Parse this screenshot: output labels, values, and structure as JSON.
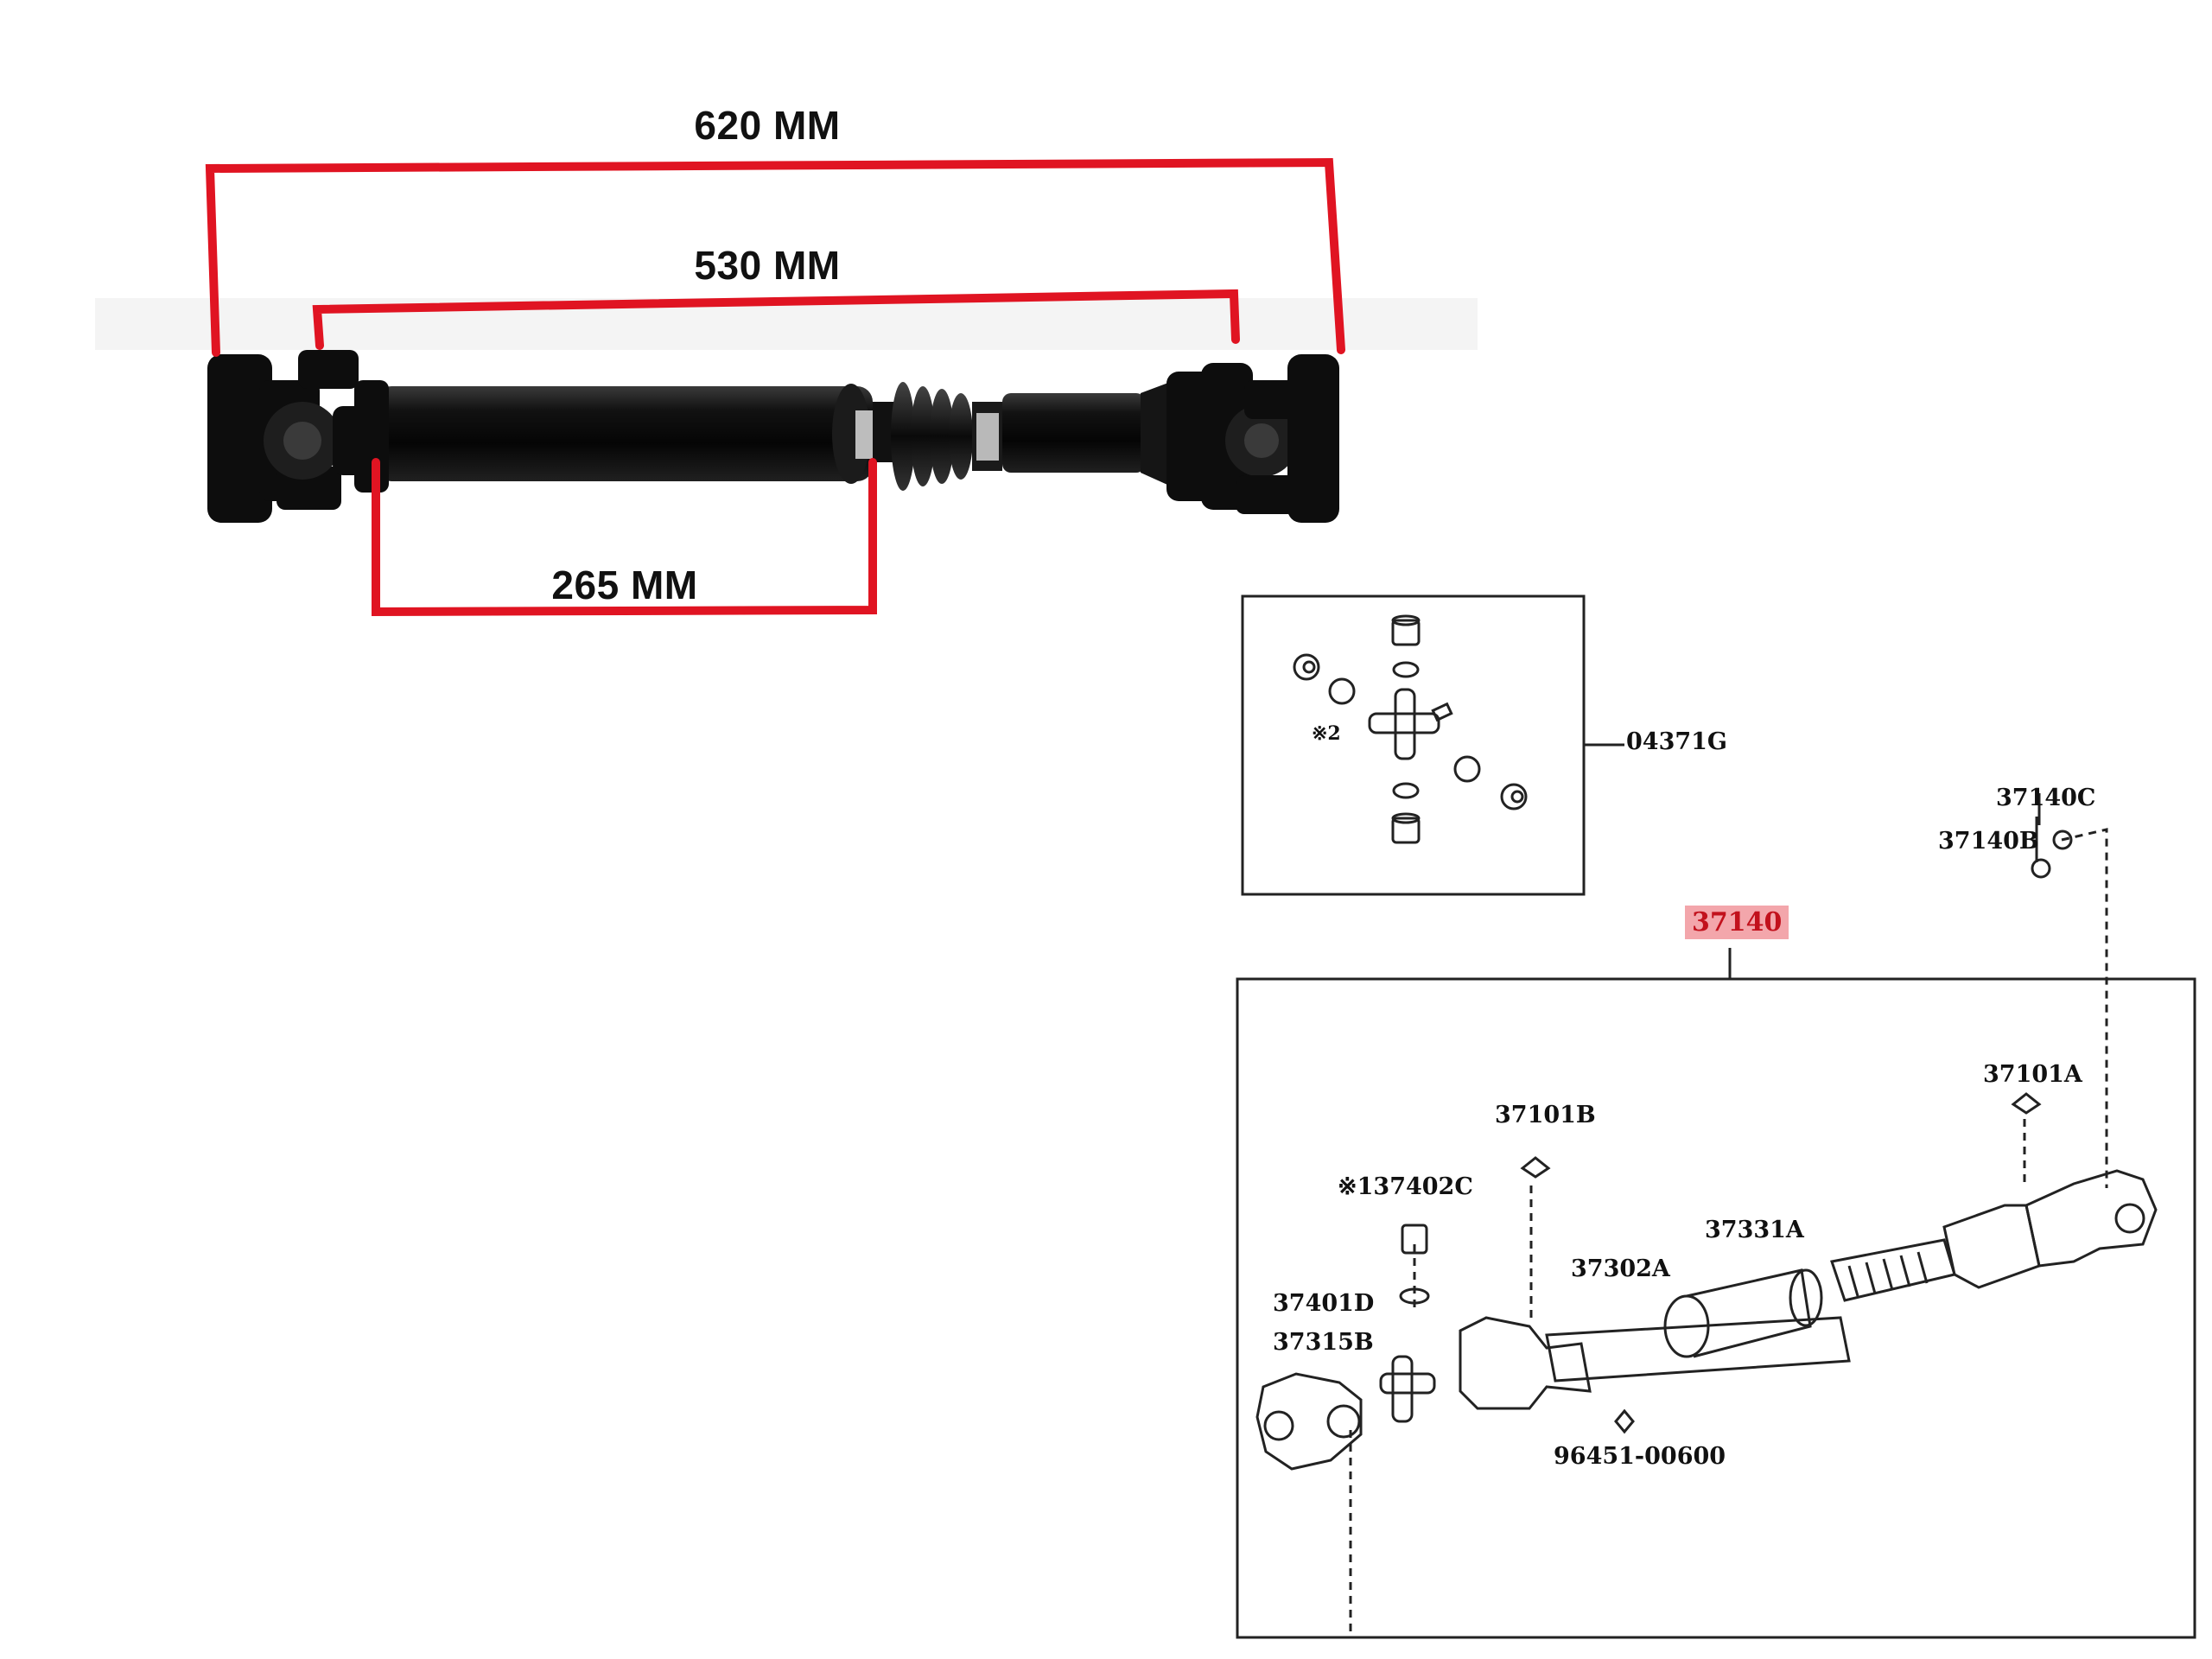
{
  "dimensions": {
    "overall": "620 MM",
    "joint_span": "530 MM",
    "tube_section": "265 MM"
  },
  "diagram": {
    "highlighted_part": "37140",
    "parts": {
      "repair_kit": "04371G",
      "flange_nut": "37140C",
      "lock_washer": "37140B",
      "front_yoke_plug": "37101A",
      "rear_yoke_plug": "37101B",
      "snap_ring_bearing": "※137402C",
      "spider_seal": "37401D",
      "flange_yoke": "37315B",
      "tube_yoke": "37302A",
      "dust_boot": "37331A",
      "grease_fitting": "96451-00600",
      "kit_spider_note": "※2"
    }
  },
  "colors": {
    "dimension_line": "#e01422",
    "shaft": "#121212",
    "highlight_bg": "#f3a6ab",
    "highlight_text": "#c2111c"
  }
}
